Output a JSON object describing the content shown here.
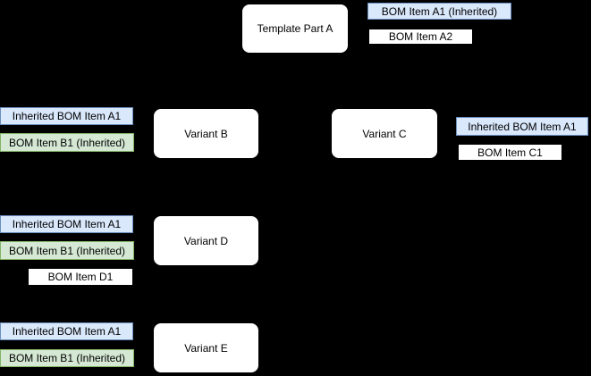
{
  "diagram": {
    "background_color": "#000000",
    "text_color": "#000000",
    "styles": {
      "inherited_blue": {
        "fill": "#dae8fc",
        "stroke": "#6c8ebf"
      },
      "inherited_green": {
        "fill": "#d5e8d4",
        "stroke": "#82b366"
      },
      "plain_white": {
        "fill": "#ffffff",
        "stroke": "#000000"
      },
      "node": {
        "fill": "#ffffff",
        "stroke": "#000000"
      }
    },
    "nodes": {
      "template_a": {
        "label": "Template Part A"
      },
      "variant_b": {
        "label": "Variant B"
      },
      "variant_c": {
        "label": "Variant C"
      },
      "variant_d": {
        "label": "Variant D"
      },
      "variant_e": {
        "label": "Variant E"
      }
    },
    "bom_labels": {
      "a1": {
        "label": "BOM Item A1 (Inherited)",
        "style": "inherited_blue",
        "attached_to": "template_a"
      },
      "a2": {
        "label": "BOM Item A2",
        "style": "plain_white",
        "attached_to": "template_a"
      },
      "b_a1": {
        "label": "Inherited BOM Item A1",
        "style": "inherited_blue",
        "attached_to": "variant_b"
      },
      "b_b1": {
        "label": "BOM Item B1 (Inherited)",
        "style": "inherited_green",
        "attached_to": "variant_b"
      },
      "c_a1": {
        "label": "Inherited BOM Item A1",
        "style": "inherited_blue",
        "attached_to": "variant_c"
      },
      "c_c1": {
        "label": "BOM Item C1",
        "style": "plain_white",
        "attached_to": "variant_c"
      },
      "d_a1": {
        "label": "Inherited BOM Item A1",
        "style": "inherited_blue",
        "attached_to": "variant_d"
      },
      "d_b1": {
        "label": "BOM Item B1 (Inherited)",
        "style": "inherited_green",
        "attached_to": "variant_d"
      },
      "d_d1": {
        "label": "BOM Item D1",
        "style": "plain_white",
        "attached_to": "variant_d"
      },
      "e_a1": {
        "label": "Inherited BOM Item A1",
        "style": "inherited_blue",
        "attached_to": "variant_e"
      },
      "e_b1": {
        "label": "BOM Item B1 (Inherited)",
        "style": "inherited_green",
        "attached_to": "variant_e"
      }
    }
  }
}
